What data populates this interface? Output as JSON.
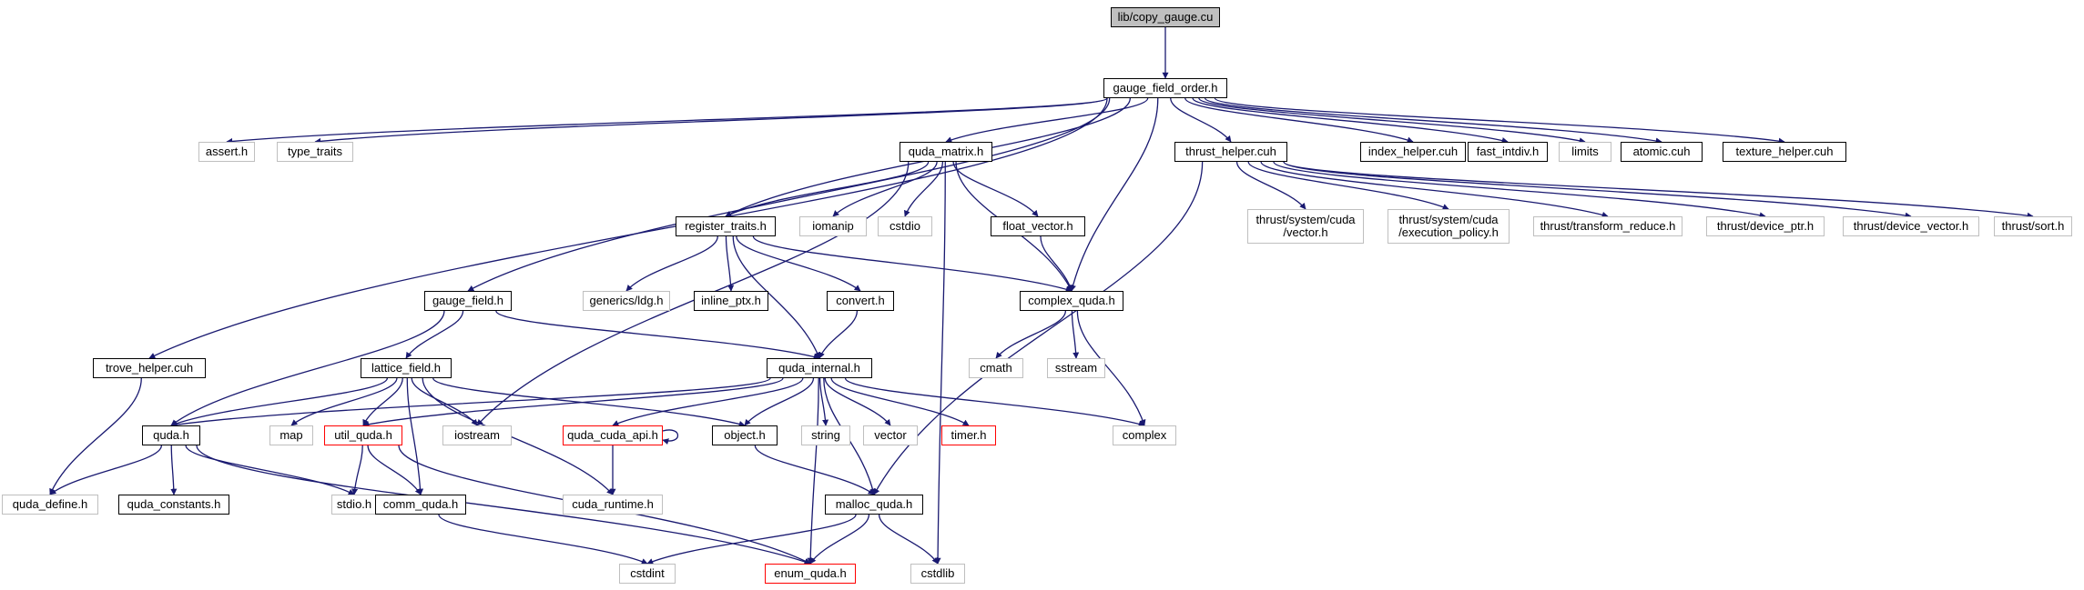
{
  "colors": {
    "edge": "#191970",
    "node_border": "#000000",
    "system_border": "#bfbfbf",
    "truncated_border": "#ff0000",
    "root_fill": "#bfbfbf"
  },
  "graph": {
    "nodes": [
      {
        "id": "copy_gauge",
        "label": "lib/copy_gauge.cu",
        "kind": "root"
      },
      {
        "id": "gauge_field_order",
        "label": "gauge_field_order.h",
        "kind": "std"
      },
      {
        "id": "assert",
        "label": "assert.h",
        "kind": "sys"
      },
      {
        "id": "type_traits",
        "label": "type_traits",
        "kind": "sys"
      },
      {
        "id": "quda_matrix",
        "label": "quda_matrix.h",
        "kind": "std"
      },
      {
        "id": "thrust_helper",
        "label": "thrust_helper.cuh",
        "kind": "std"
      },
      {
        "id": "index_helper",
        "label": "index_helper.cuh",
        "kind": "std"
      },
      {
        "id": "fast_intdiv",
        "label": "fast_intdiv.h",
        "kind": "std"
      },
      {
        "id": "limits",
        "label": "limits",
        "kind": "sys"
      },
      {
        "id": "atomic",
        "label": "atomic.cuh",
        "kind": "std"
      },
      {
        "id": "texture_helper",
        "label": "texture_helper.cuh",
        "kind": "std"
      },
      {
        "id": "register_traits",
        "label": "register_traits.h",
        "kind": "std"
      },
      {
        "id": "iomanip",
        "label": "iomanip",
        "kind": "sys"
      },
      {
        "id": "cstdio",
        "label": "cstdio",
        "kind": "sys"
      },
      {
        "id": "float_vector",
        "label": "float_vector.h",
        "kind": "std"
      },
      {
        "id": "thrust_vector",
        "label": "thrust/system/cuda\n/vector.h",
        "kind": "sys"
      },
      {
        "id": "thrust_exec",
        "label": "thrust/system/cuda\n/execution_policy.h",
        "kind": "sys"
      },
      {
        "id": "thrust_transform",
        "label": "thrust/transform_reduce.h",
        "kind": "sys"
      },
      {
        "id": "thrust_device_ptr",
        "label": "thrust/device_ptr.h",
        "kind": "sys"
      },
      {
        "id": "thrust_device_vector",
        "label": "thrust/device_vector.h",
        "kind": "sys"
      },
      {
        "id": "thrust_sort",
        "label": "thrust/sort.h",
        "kind": "sys"
      },
      {
        "id": "gauge_field",
        "label": "gauge_field.h",
        "kind": "std"
      },
      {
        "id": "generics_ldg",
        "label": "generics/ldg.h",
        "kind": "sys"
      },
      {
        "id": "inline_ptx",
        "label": "inline_ptx.h",
        "kind": "std"
      },
      {
        "id": "convert",
        "label": "convert.h",
        "kind": "std"
      },
      {
        "id": "complex_quda",
        "label": "complex_quda.h",
        "kind": "std"
      },
      {
        "id": "trove_helper",
        "label": "trove_helper.cuh",
        "kind": "std"
      },
      {
        "id": "lattice_field",
        "label": "lattice_field.h",
        "kind": "std"
      },
      {
        "id": "quda_internal",
        "label": "quda_internal.h",
        "kind": "std"
      },
      {
        "id": "cmath",
        "label": "cmath",
        "kind": "sys"
      },
      {
        "id": "sstream",
        "label": "sstream",
        "kind": "sys"
      },
      {
        "id": "quda_h",
        "label": "quda.h",
        "kind": "std"
      },
      {
        "id": "map",
        "label": "map",
        "kind": "sys"
      },
      {
        "id": "util_quda",
        "label": "util_quda.h",
        "kind": "trunc"
      },
      {
        "id": "iostream",
        "label": "iostream",
        "kind": "sys"
      },
      {
        "id": "quda_cuda_api",
        "label": "quda_cuda_api.h",
        "kind": "trunc"
      },
      {
        "id": "object",
        "label": "object.h",
        "kind": "std"
      },
      {
        "id": "string",
        "label": "string",
        "kind": "sys"
      },
      {
        "id": "vector",
        "label": "vector",
        "kind": "sys"
      },
      {
        "id": "timer",
        "label": "timer.h",
        "kind": "trunc"
      },
      {
        "id": "complex",
        "label": "complex",
        "kind": "sys"
      },
      {
        "id": "quda_define",
        "label": "quda_define.h",
        "kind": "sys"
      },
      {
        "id": "quda_constants",
        "label": "quda_constants.h",
        "kind": "std"
      },
      {
        "id": "stdio",
        "label": "stdio.h",
        "kind": "sys"
      },
      {
        "id": "comm_quda",
        "label": "comm_quda.h",
        "kind": "std"
      },
      {
        "id": "cuda_runtime",
        "label": "cuda_runtime.h",
        "kind": "sys"
      },
      {
        "id": "malloc_quda",
        "label": "malloc_quda.h",
        "kind": "std"
      },
      {
        "id": "cstdint",
        "label": "cstdint",
        "kind": "sys"
      },
      {
        "id": "enum_quda",
        "label": "enum_quda.h",
        "kind": "trunc"
      },
      {
        "id": "cstdlib",
        "label": "cstdlib",
        "kind": "sys"
      }
    ],
    "edges": [
      [
        "copy_gauge",
        "gauge_field_order"
      ],
      [
        "gauge_field_order",
        "assert"
      ],
      [
        "gauge_field_order",
        "type_traits"
      ],
      [
        "gauge_field_order",
        "quda_matrix"
      ],
      [
        "gauge_field_order",
        "thrust_helper"
      ],
      [
        "gauge_field_order",
        "index_helper"
      ],
      [
        "gauge_field_order",
        "fast_intdiv"
      ],
      [
        "gauge_field_order",
        "limits"
      ],
      [
        "gauge_field_order",
        "atomic"
      ],
      [
        "gauge_field_order",
        "texture_helper"
      ],
      [
        "gauge_field_order",
        "register_traits"
      ],
      [
        "gauge_field_order",
        "complex_quda"
      ],
      [
        "gauge_field_order",
        "gauge_field"
      ],
      [
        "gauge_field_order",
        "trove_helper"
      ],
      [
        "quda_matrix",
        "register_traits"
      ],
      [
        "quda_matrix",
        "iomanip"
      ],
      [
        "quda_matrix",
        "cstdio"
      ],
      [
        "quda_matrix",
        "float_vector"
      ],
      [
        "quda_matrix",
        "complex_quda"
      ],
      [
        "quda_matrix",
        "iostream"
      ],
      [
        "quda_matrix",
        "cstdlib"
      ],
      [
        "thrust_helper",
        "thrust_vector"
      ],
      [
        "thrust_helper",
        "thrust_exec"
      ],
      [
        "thrust_helper",
        "thrust_transform"
      ],
      [
        "thrust_helper",
        "thrust_device_ptr"
      ],
      [
        "thrust_helper",
        "thrust_device_vector"
      ],
      [
        "thrust_helper",
        "thrust_sort"
      ],
      [
        "thrust_helper",
        "malloc_quda"
      ],
      [
        "register_traits",
        "generics_ldg"
      ],
      [
        "register_traits",
        "inline_ptx"
      ],
      [
        "register_traits",
        "convert"
      ],
      [
        "register_traits",
        "complex_quda"
      ],
      [
        "register_traits",
        "quda_internal"
      ],
      [
        "float_vector",
        "complex_quda"
      ],
      [
        "convert",
        "quda_internal"
      ],
      [
        "complex_quda",
        "cmath"
      ],
      [
        "complex_quda",
        "sstream"
      ],
      [
        "complex_quda",
        "complex"
      ],
      [
        "gauge_field",
        "lattice_field"
      ],
      [
        "gauge_field",
        "quda_internal"
      ],
      [
        "gauge_field",
        "quda_h"
      ],
      [
        "trove_helper",
        "quda_define"
      ],
      [
        "lattice_field",
        "quda_h"
      ],
      [
        "lattice_field",
        "map"
      ],
      [
        "lattice_field",
        "util_quda"
      ],
      [
        "lattice_field",
        "iostream"
      ],
      [
        "lattice_field",
        "object"
      ],
      [
        "lattice_field",
        "comm_quda"
      ],
      [
        "lattice_field",
        "cuda_runtime"
      ],
      [
        "quda_internal",
        "quda_h"
      ],
      [
        "quda_internal",
        "util_quda"
      ],
      [
        "quda_internal",
        "quda_cuda_api"
      ],
      [
        "quda_internal",
        "object"
      ],
      [
        "quda_internal",
        "string"
      ],
      [
        "quda_internal",
        "vector"
      ],
      [
        "quda_internal",
        "timer"
      ],
      [
        "quda_internal",
        "complex"
      ],
      [
        "quda_internal",
        "malloc_quda"
      ],
      [
        "quda_internal",
        "enum_quda"
      ],
      [
        "quda_h",
        "quda_define"
      ],
      [
        "quda_h",
        "quda_constants"
      ],
      [
        "quda_h",
        "stdio"
      ],
      [
        "quda_h",
        "enum_quda"
      ],
      [
        "util_quda",
        "stdio"
      ],
      [
        "util_quda",
        "comm_quda"
      ],
      [
        "util_quda",
        "enum_quda"
      ],
      [
        "quda_cuda_api",
        "quda_cuda_api"
      ],
      [
        "quda_cuda_api",
        "cuda_runtime"
      ],
      [
        "object",
        "malloc_quda"
      ],
      [
        "comm_quda",
        "cstdint"
      ],
      [
        "malloc_quda",
        "cstdint"
      ],
      [
        "malloc_quda",
        "enum_quda"
      ],
      [
        "malloc_quda",
        "cstdlib"
      ]
    ]
  }
}
